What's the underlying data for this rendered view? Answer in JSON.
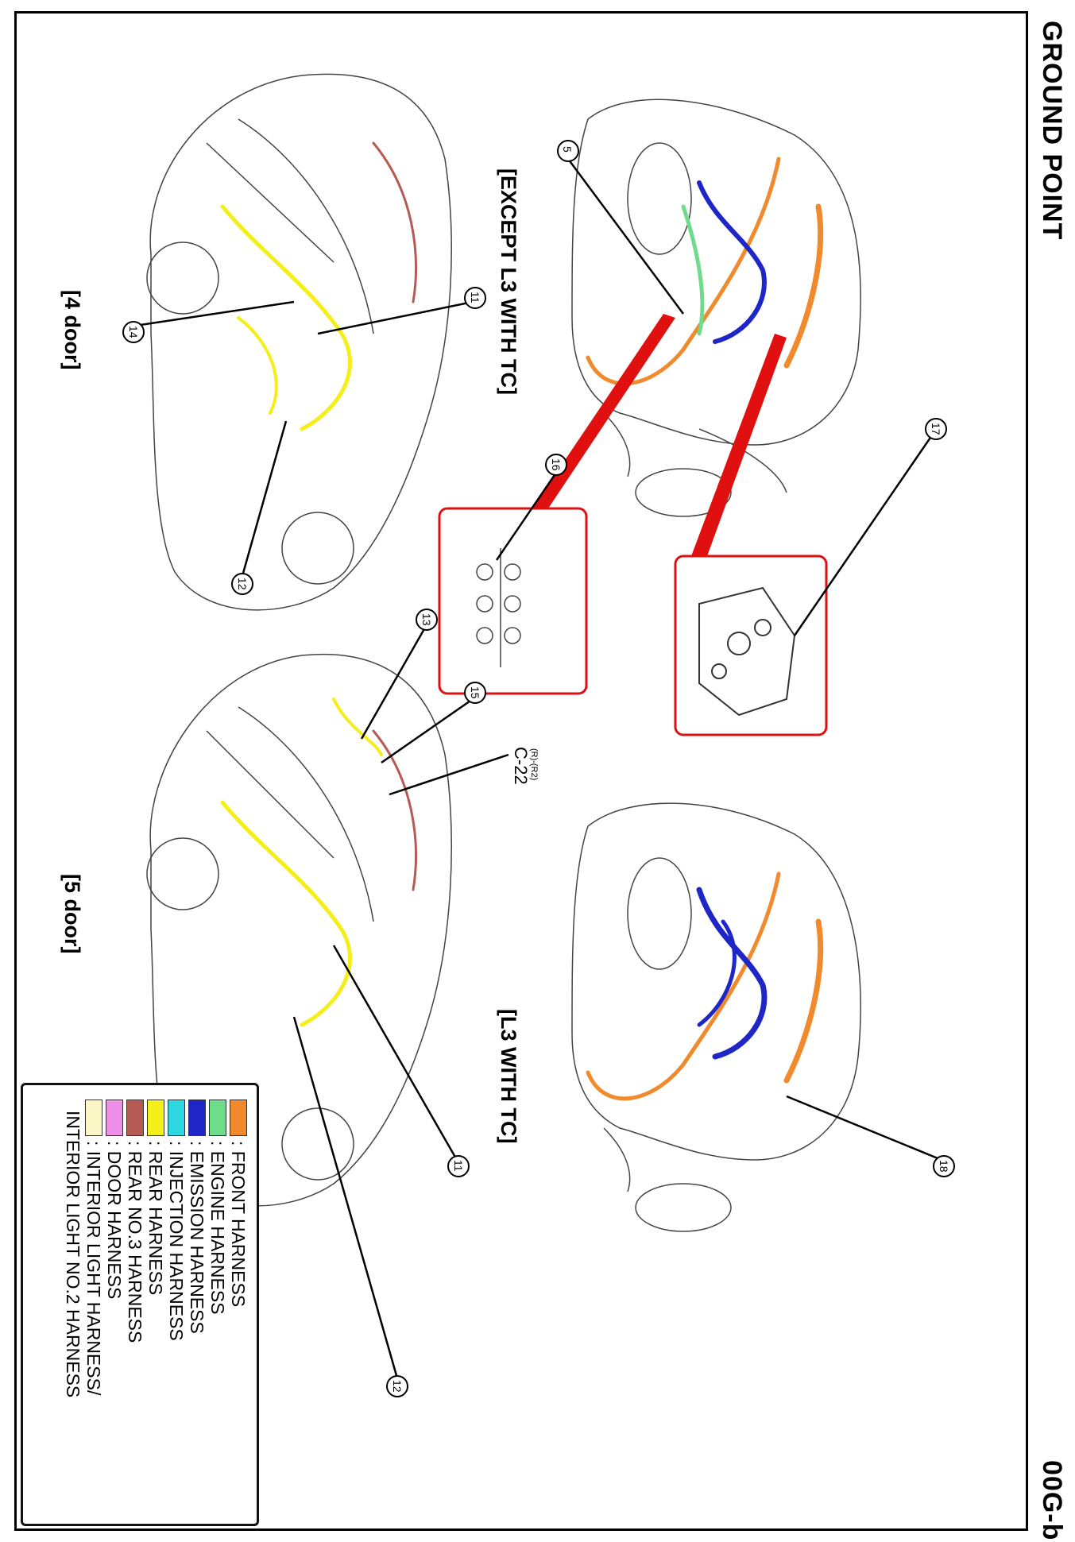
{
  "header": {
    "title": "GROUND POINT",
    "page_code": "00G-b"
  },
  "views": {
    "except_l3": "[EXCEPT L3 WITH TC]",
    "l3_with_tc": "[L3 WITH TC]",
    "four_door": "[4 door]",
    "five_door": "[5 door]"
  },
  "callouts": {
    "c5": "5",
    "c11a": "11",
    "c11b": "11",
    "c12a": "12",
    "c12b": "12",
    "c13": "13",
    "c14": "14",
    "c15": "15",
    "c16": "16",
    "c17": "17",
    "c18": "18",
    "connector": "C-22",
    "connector_sub": "(R)-(R2)"
  },
  "legend": {
    "items": [
      {
        "label": ": FRONT HARNESS",
        "color": "#f08a2c"
      },
      {
        "label": ": ENGINE HARNESS",
        "color": "#6fdc8c"
      },
      {
        "label": ": EMISSION HARNESS",
        "color": "#1f26c8"
      },
      {
        "label": ": INJECTION HARNESS",
        "color": "#2ed6e0"
      },
      {
        "label": ": REAR HARNESS",
        "color": "#f4ef1a"
      },
      {
        "label": ": REAR NO.3 HARNESS",
        "color": "#b65a54"
      },
      {
        "label": ": DOOR HARNESS",
        "color": "#ef8ee6"
      },
      {
        "label": ": INTERIOR LIGHT HARNESS/",
        "color": "#fbf6c6"
      },
      {
        "label": "INTERIOR LIGHT NO.2 HARNESS",
        "color": ""
      }
    ]
  }
}
